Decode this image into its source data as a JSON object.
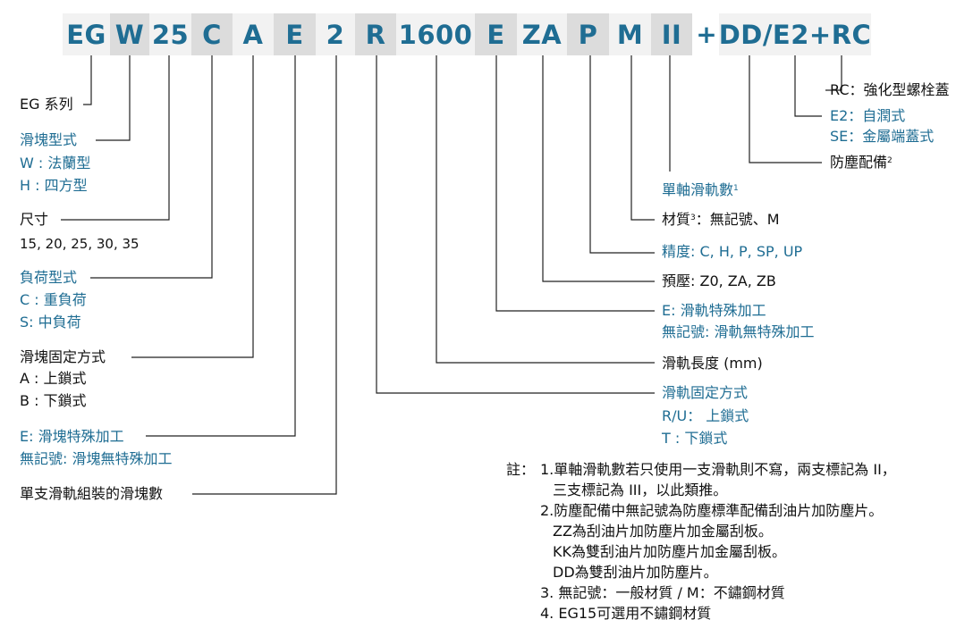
{
  "code": {
    "eg": "EG",
    "w": "W",
    "size": "25",
    "load": "C",
    "fix": "A",
    "e1": "E",
    "blocks": "2",
    "r": "R",
    "length": "1600",
    "e2": "E",
    "preload": "ZA",
    "precision": "P",
    "material": "M",
    "rails": "II",
    "plus": "+",
    "dust": "DD/E2+RC"
  },
  "labels": {
    "series": "EG 系列",
    "block_type": "滑塊型式",
    "w_flange": "W : 法蘭型",
    "h_square": "H : 四方型",
    "size": "尺寸",
    "sizes": "15, 20, 25, 30, 35",
    "load_type": "負荷型式",
    "c_heavy": "C : 重負荷",
    "s_medium": "S: 中負荷",
    "block_fix": "滑塊固定方式",
    "a_upper": "A : 上鎖式",
    "b_lower": "B : 下鎖式",
    "e_block": "E: 滑塊特殊加工",
    "none_block": "無記號: 滑塊無特殊加工",
    "blocks_per_rail": "單支滑軌組裝的滑塊數",
    "rc": "RC：強化型螺栓蓋",
    "e2_self": "E2：自潤式",
    "se_cap": "SE：金屬端蓋式",
    "dust": "防塵配備",
    "dust_sup": "2",
    "rails_count": "單軸滑軌數",
    "rails_sup": "1",
    "material": "材質",
    "material_sup": "3",
    "material_opts": "：無記號、M",
    "precision": "精度: C, H, P, SP, UP",
    "preload": "預壓: Z0, ZA, ZB",
    "e_rail": "E: 滑軌特殊加工",
    "none_rail": "無記號: 滑軌無特殊加工",
    "rail_length": "滑軌長度 (mm)",
    "rail_fix": "滑軌固定方式",
    "ru_upper": "R/U： 上鎖式",
    "t_lower": "T : 下鎖式"
  },
  "notes": {
    "head": "註：",
    "n1a": "1.單軸滑軌數若只使用一支滑軌則不寫，兩支標記為 II，",
    "n1b": "三支標記為 III，以此類推。",
    "n2a": "2.防塵配備中無記號為防塵標準配備刮油片加防塵片。",
    "n2b": "ZZ為刮油片加防塵片加金屬刮板。",
    "n2c": "KK為雙刮油片加防塵片加金屬刮板。",
    "n2d": "DD為雙刮油片加防塵片。",
    "n3": "3. 無記號：一般材質 / M：不鏽鋼材質",
    "n4": "4. EG15可選用不鏽鋼材質"
  },
  "colors": {
    "code_text": "#1f6d93",
    "blue_label": "#1f6d93",
    "light_cell": "#f2f2f2",
    "dark_cell": "#dcdcdc"
  }
}
